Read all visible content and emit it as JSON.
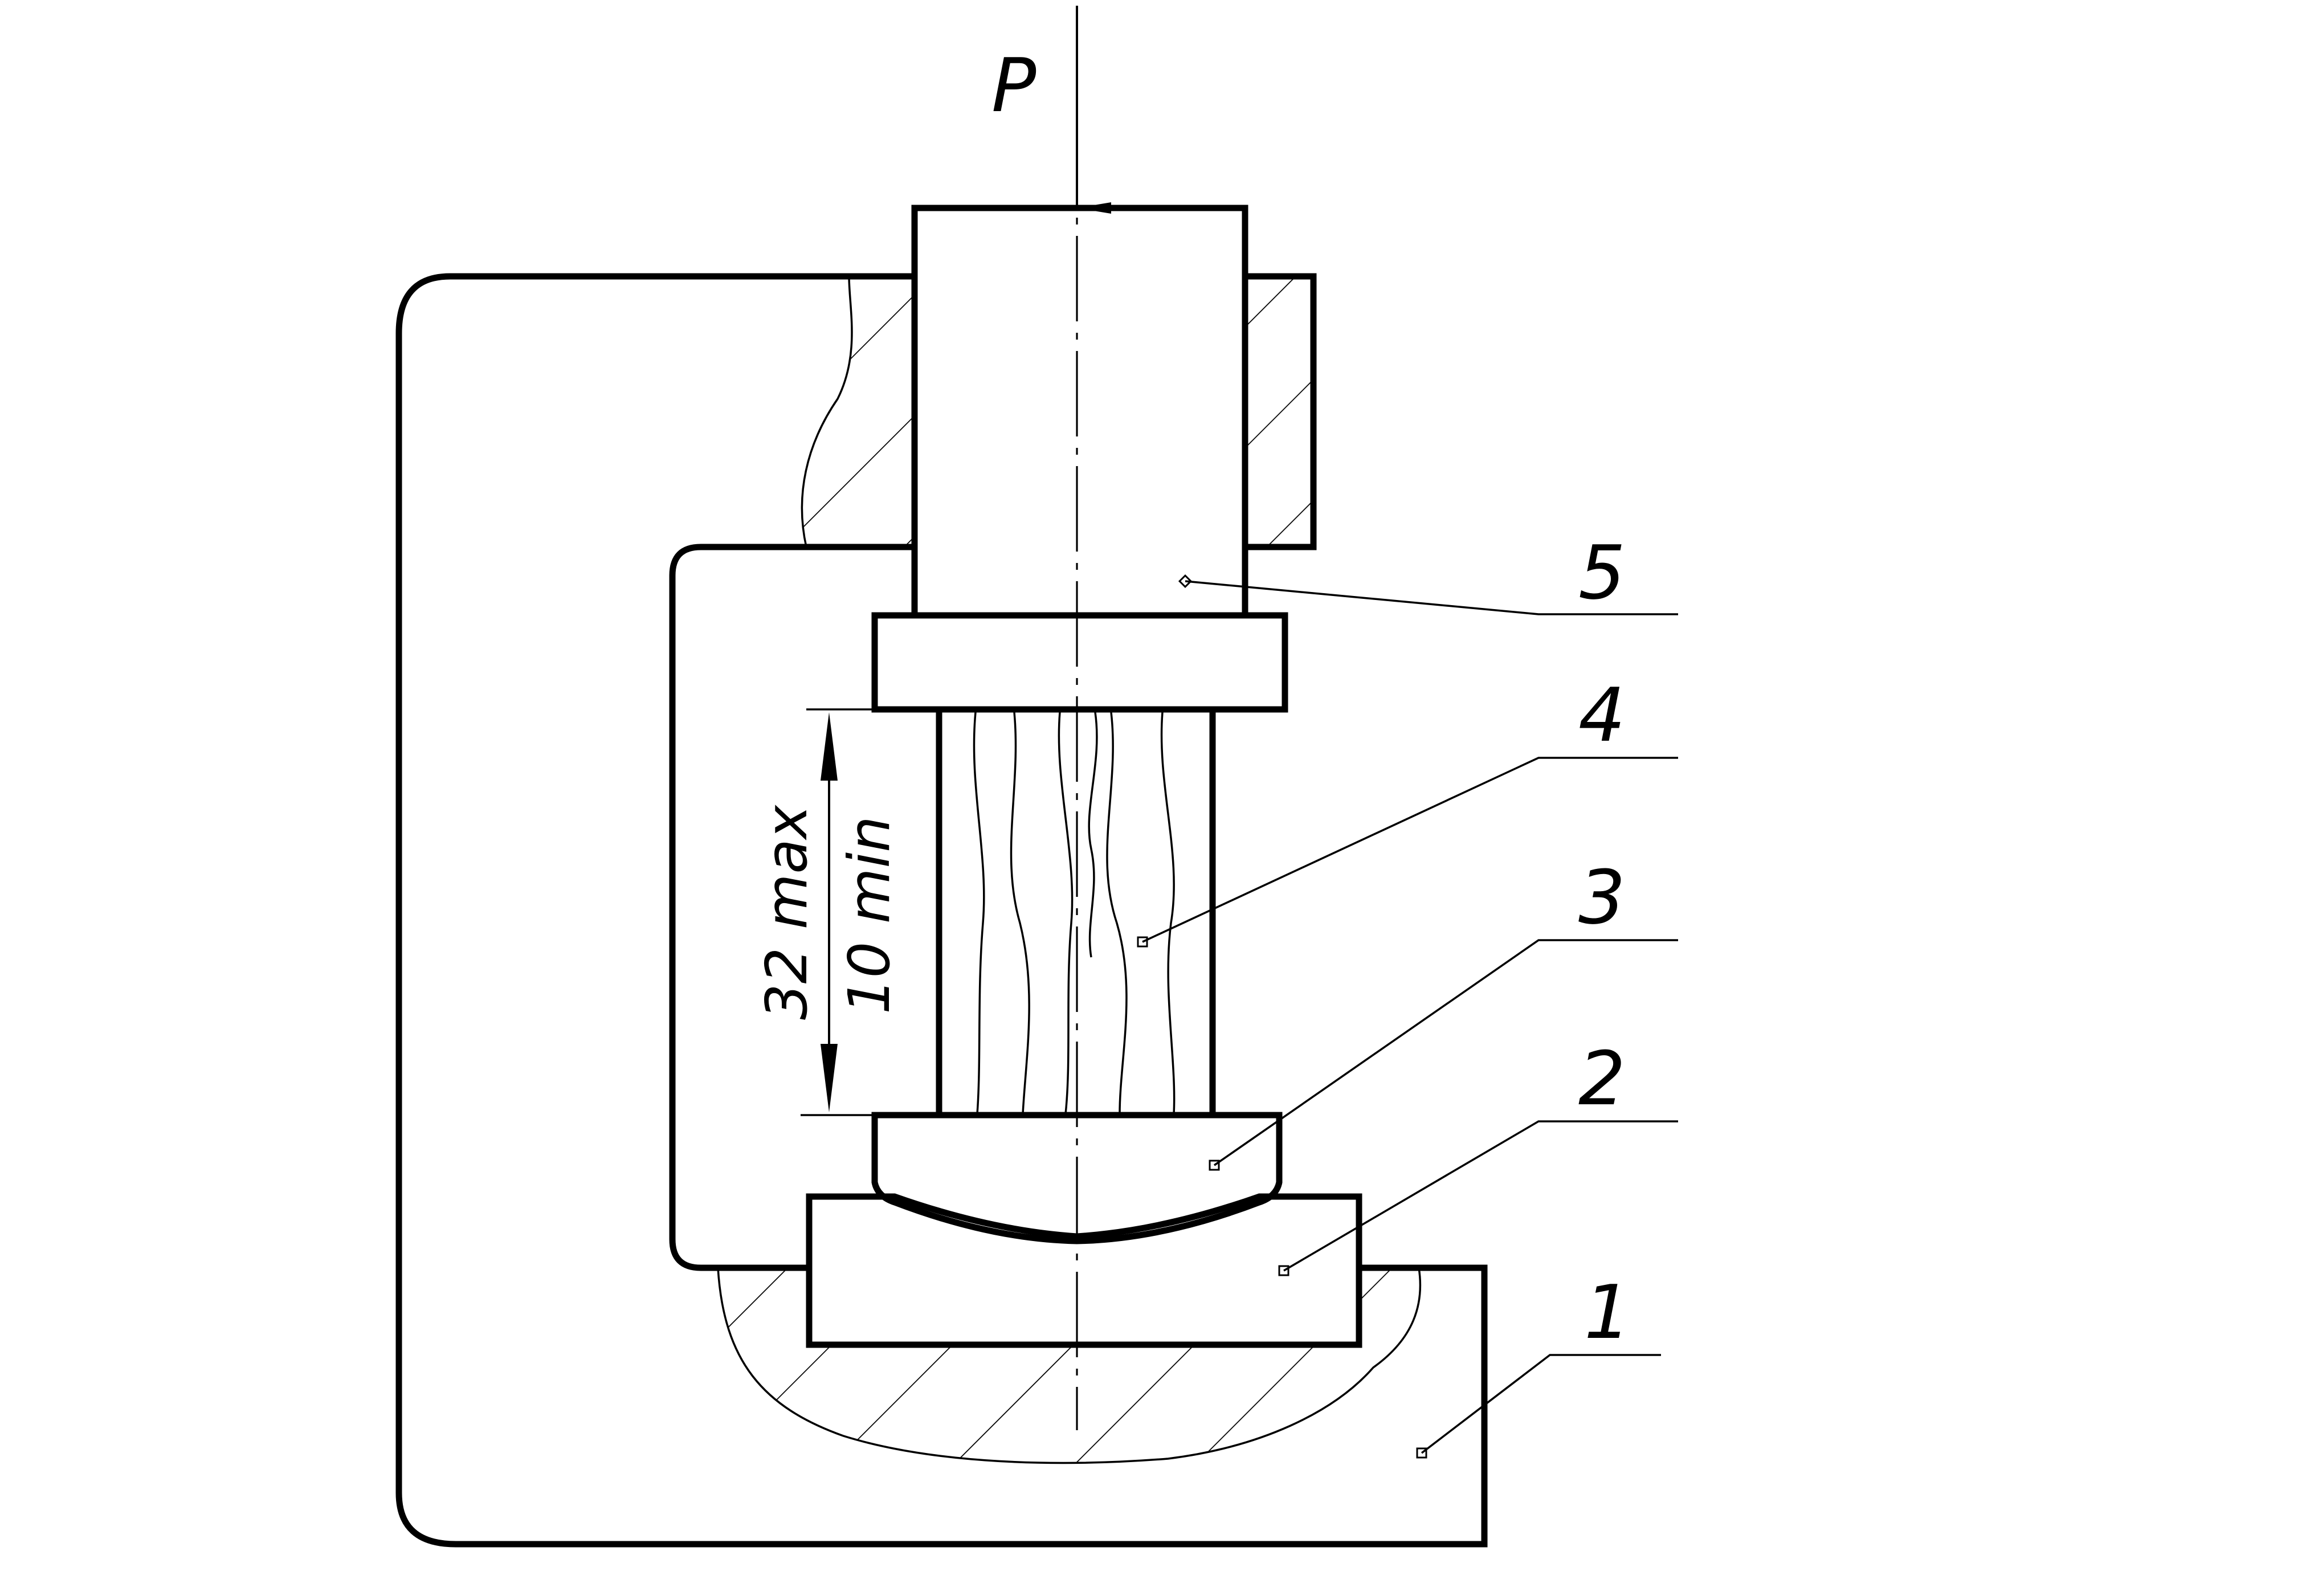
{
  "load": {
    "label": "P"
  },
  "dimensions": {
    "max_label": "32 max",
    "min_label": "10 min"
  },
  "callouts": [
    {
      "number": "5"
    },
    {
      "number": "4"
    },
    {
      "number": "3"
    },
    {
      "number": "2"
    },
    {
      "number": "1"
    }
  ],
  "colors": {
    "specimen_fill": "#dedede",
    "line": "#000000"
  }
}
